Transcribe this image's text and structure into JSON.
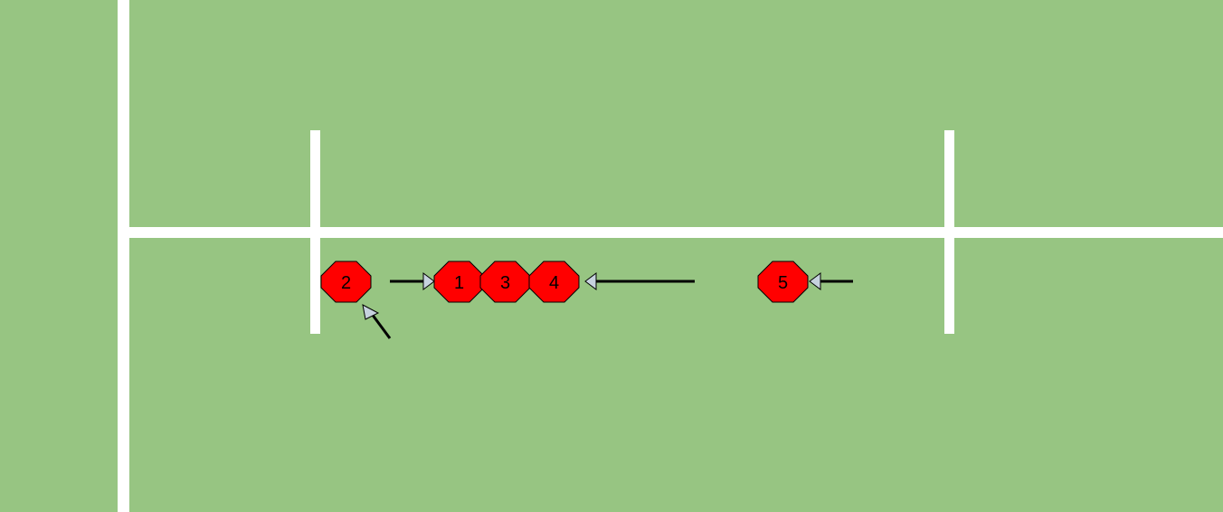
{
  "field": {
    "grass_color": "#97c582",
    "line_color": "#ffffff"
  },
  "players": {
    "color": "#ff0000",
    "outline": "#000000",
    "p1": {
      "label": "1"
    },
    "p2": {
      "label": "2"
    },
    "p3": {
      "label": "3"
    },
    "p4": {
      "label": "4"
    },
    "p5": {
      "label": "5"
    }
  },
  "arrows": {
    "line_color": "#000000",
    "head_color": "#c6d2de"
  }
}
